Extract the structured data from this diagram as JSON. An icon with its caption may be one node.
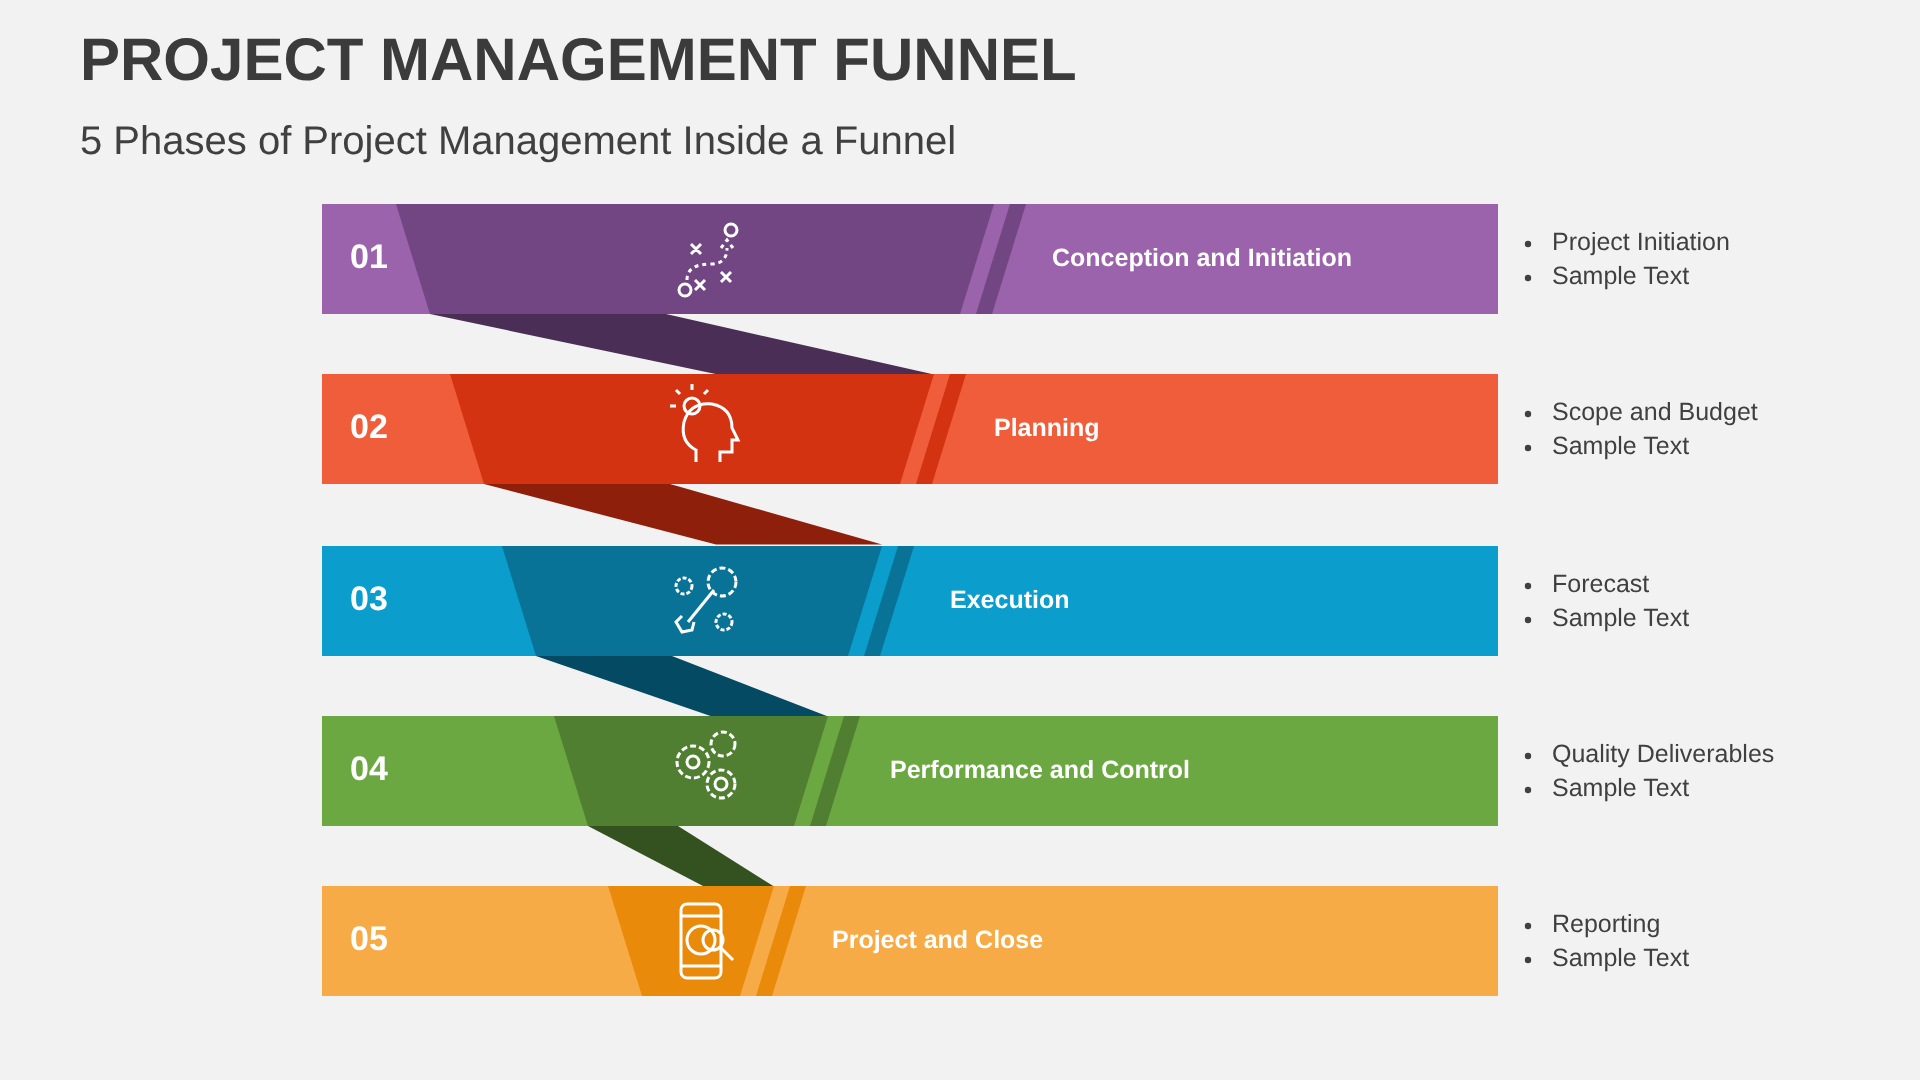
{
  "diagram": {
    "title": "PROJECT MANAGEMENT FUNNEL",
    "nodes": [
      {
        "text": [
          "01",
          "Conception and Initiation"
        ],
        "beside": [
          "Project Initiation",
          "Sample Text"
        ]
      },
      {
        "text": [],
        "shape": "band"
      },
      {
        "text": [
          "02",
          "Planning"
        ],
        "beside": [
          "Scope and Budget",
          "Sample Text"
        ]
      },
      {
        "text": [],
        "shape": "band"
      },
      {
        "text": [
          "03",
          "Execution"
        ],
        "beside": [
          "Forecast",
          "Sample Text"
        ]
      },
      {
        "text": [],
        "shape": "band"
      },
      {
        "text": [
          "04",
          "Performance and Control"
        ],
        "beside": [
          "Quality Deliverables",
          "Sample Text"
        ]
      },
      {
        "text": [],
        "shape": "band"
      },
      {
        "text": [
          "05",
          "Project and Close"
        ],
        "beside": [
          "Reporting",
          "Sample Text"
        ]
      }
    ],
    "labels": [
      "5 Phases of Project Management Inside a Funnel"
    ]
  }
}
